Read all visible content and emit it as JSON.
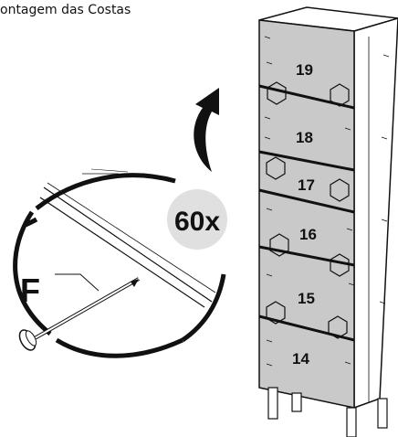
{
  "header": {
    "title": "ontagem das Costas"
  },
  "quantity": {
    "label": "60x"
  },
  "part": {
    "letter": "F"
  },
  "panels": [
    {
      "number": "19"
    },
    {
      "number": "18"
    },
    {
      "number": "17"
    },
    {
      "number": "16"
    },
    {
      "number": "15"
    },
    {
      "number": "14"
    }
  ],
  "colors": {
    "panel_fill": "#c9c9c9",
    "line": "#111111",
    "badge": "#e0e0e0",
    "background": "#ffffff"
  }
}
